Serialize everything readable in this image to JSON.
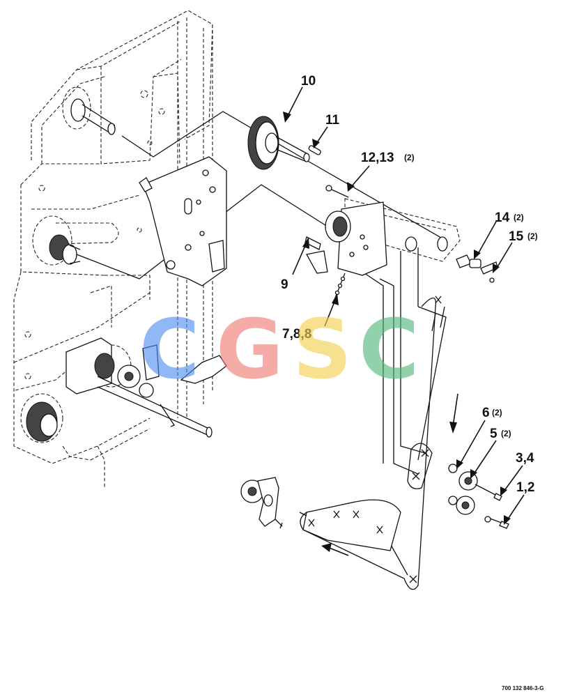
{
  "callouts": {
    "c10": "10",
    "c11": "11",
    "c12": "12,13",
    "c12_qty": "(2)",
    "c14": "14",
    "c14_qty": "(2)",
    "c15": "15",
    "c15_qty": "(2)",
    "c9": "9",
    "c7": "7,8,8",
    "c6": "6",
    "c6_qty": "(2)",
    "c5": "5",
    "c5_qty": "(2)",
    "c34": "3,4",
    "c12b": "1,2"
  },
  "watermark": {
    "l1": "C",
    "l2": "G",
    "l3": "S",
    "l4": "C",
    "c1": "#4f8ef0",
    "c2": "#f07a70",
    "c3": "#f5cf4a",
    "c4": "#4fb87a"
  },
  "footer": {
    "code": "700 132 846-3-G"
  }
}
